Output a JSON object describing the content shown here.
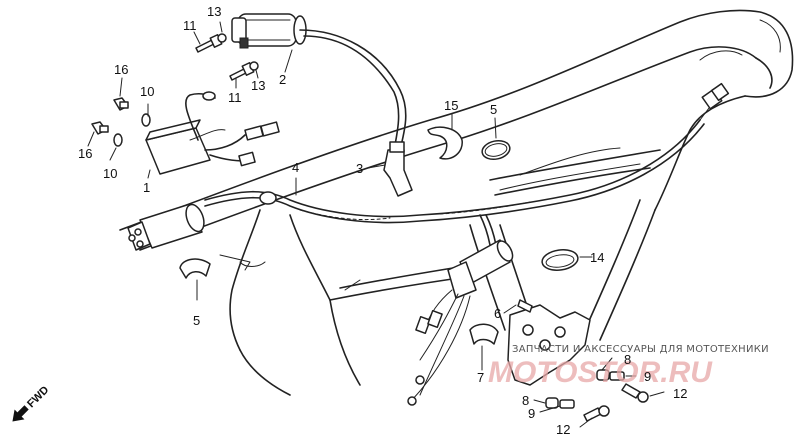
{
  "callouts": [
    {
      "id": "c1",
      "text": "1"
    },
    {
      "id": "c2",
      "text": "2"
    },
    {
      "id": "c3",
      "text": "3"
    },
    {
      "id": "c4",
      "text": "4"
    },
    {
      "id": "c5a",
      "text": "5"
    },
    {
      "id": "c5b",
      "text": "5"
    },
    {
      "id": "c6",
      "text": "6"
    },
    {
      "id": "c7",
      "text": "7"
    },
    {
      "id": "c8a",
      "text": "8"
    },
    {
      "id": "c8b",
      "text": "8"
    },
    {
      "id": "c9a",
      "text": "9"
    },
    {
      "id": "c9b",
      "text": "9"
    },
    {
      "id": "c10a",
      "text": "10"
    },
    {
      "id": "c10b",
      "text": "10"
    },
    {
      "id": "c11a",
      "text": "11"
    },
    {
      "id": "c11b",
      "text": "11"
    },
    {
      "id": "c12a",
      "text": "12"
    },
    {
      "id": "c12b",
      "text": "12"
    },
    {
      "id": "c13a",
      "text": "13"
    },
    {
      "id": "c13b",
      "text": "13"
    },
    {
      "id": "c14",
      "text": "14"
    },
    {
      "id": "c15",
      "text": "15"
    },
    {
      "id": "c16a",
      "text": "16"
    },
    {
      "id": "c16b",
      "text": "16"
    }
  ],
  "direction_marker": "FWD",
  "watermark": {
    "line": "ЗАПЧАСТИ И АКСЕССУАРЫ ДЛЯ МОТОТЕХНИКИ",
    "brand": "MOTOSTOR.RU",
    "brand_color": "#e8a8a8"
  },
  "colors": {
    "ink": "#222222",
    "background": "#ffffff"
  }
}
